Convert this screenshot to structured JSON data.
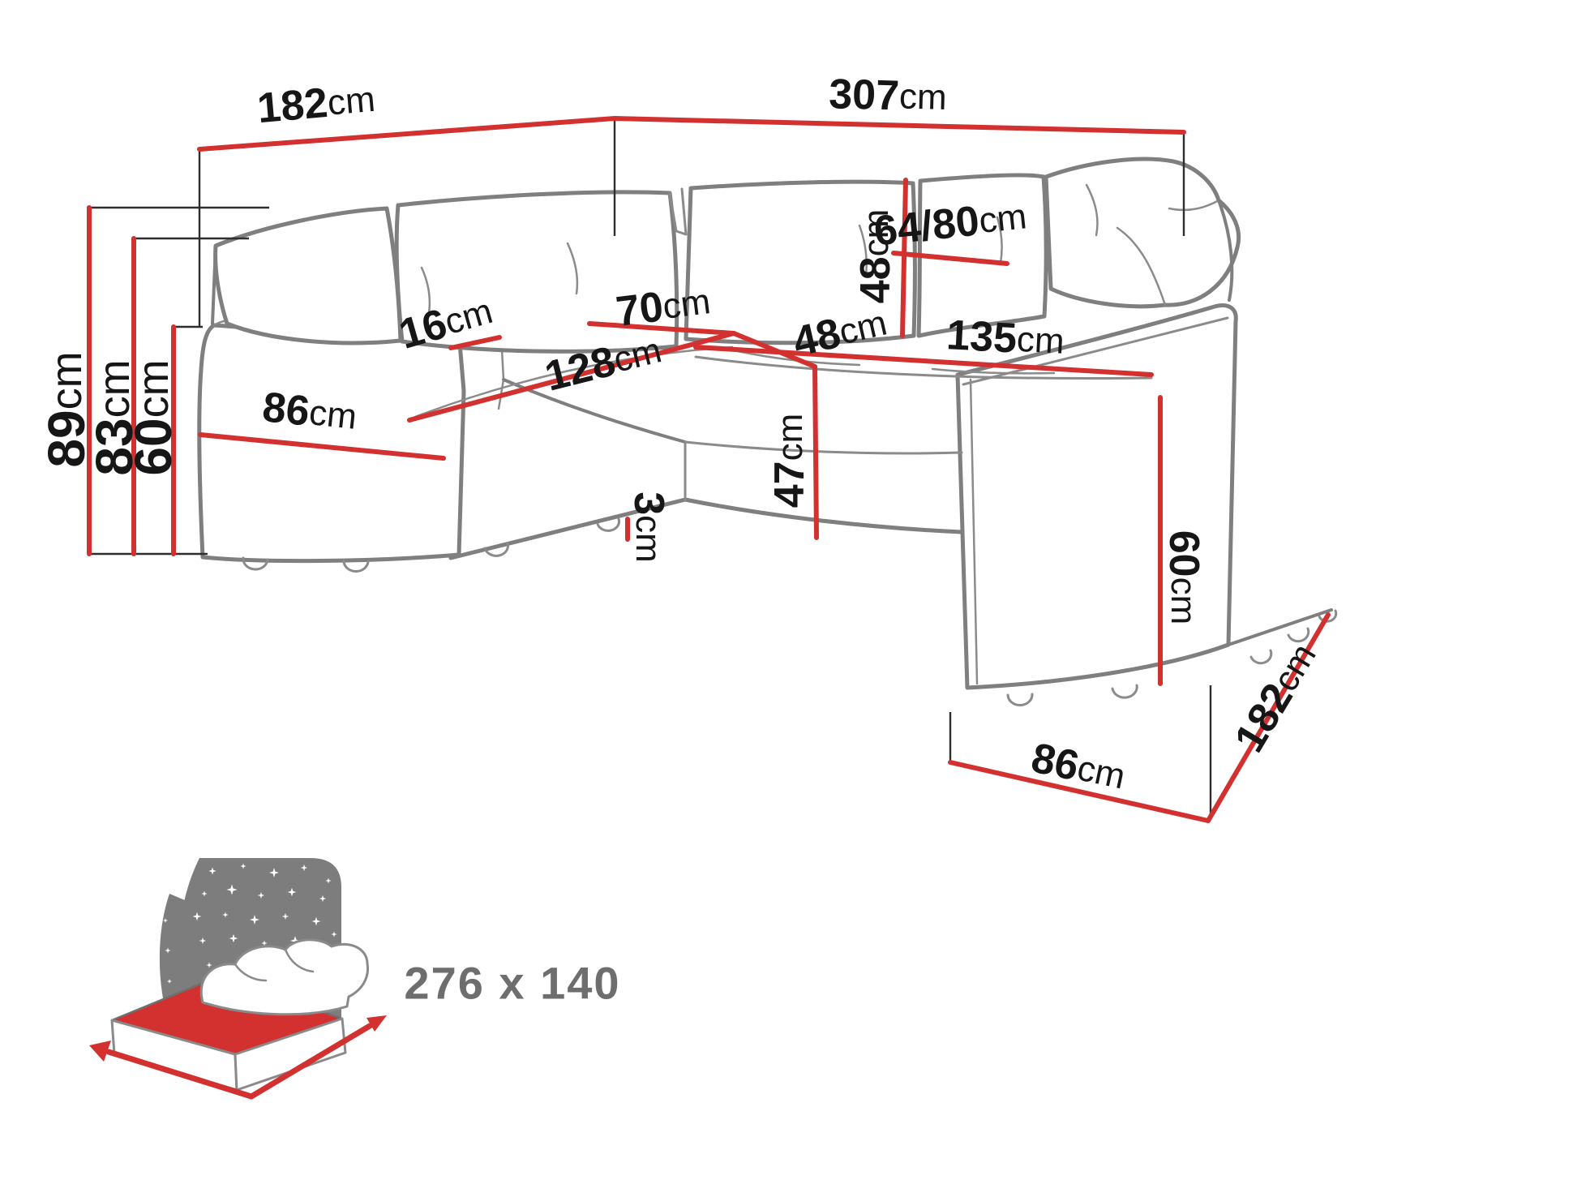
{
  "diagram": {
    "type": "furniture-dimension-diagram",
    "subject": "u-shaped-corner-sofa-bed",
    "unit_default": "cm",
    "colors": {
      "dimension_line": "#d33030",
      "sketch_outline": "#7f7f7f",
      "label_text": "#161616",
      "icon_gray": "#7d7d7d",
      "icon_text": "#6e6e6e",
      "background": "#ffffff"
    },
    "dimensions": {
      "width_back_left": {
        "value": "182",
        "unit": "cm"
      },
      "width_back_right": {
        "value": "307",
        "unit": "cm"
      },
      "height_total": {
        "value": "89",
        "unit": "cm"
      },
      "height_back": {
        "value": "83",
        "unit": "cm"
      },
      "height_arm_left": {
        "value": "60",
        "unit": "cm"
      },
      "depth_arm_front_left": {
        "value": "86",
        "unit": "cm"
      },
      "armrest_width": {
        "value": "16",
        "unit": "cm"
      },
      "seat_width_corner": {
        "value": "70",
        "unit": "cm"
      },
      "length_left_section": {
        "value": "128",
        "unit": "cm"
      },
      "backrest_cushion_height": {
        "value": "48",
        "unit": "cm"
      },
      "seat_depth": {
        "value": "48",
        "unit": "cm"
      },
      "back_cushion_width": {
        "value": "64/80",
        "unit": "cm"
      },
      "seat_width_main": {
        "value": "135",
        "unit": "cm"
      },
      "seat_height": {
        "value": "47",
        "unit": "cm"
      },
      "foot_height": {
        "value": "3",
        "unit": "cm"
      },
      "height_arm_right": {
        "value": "60",
        "unit": "cm"
      },
      "depth_arm_front_right": {
        "value": "86",
        "unit": "cm"
      },
      "side_depth_right": {
        "value": "182",
        "unit": "cm"
      }
    },
    "sleeping_area": {
      "label": "276 x 140"
    }
  }
}
